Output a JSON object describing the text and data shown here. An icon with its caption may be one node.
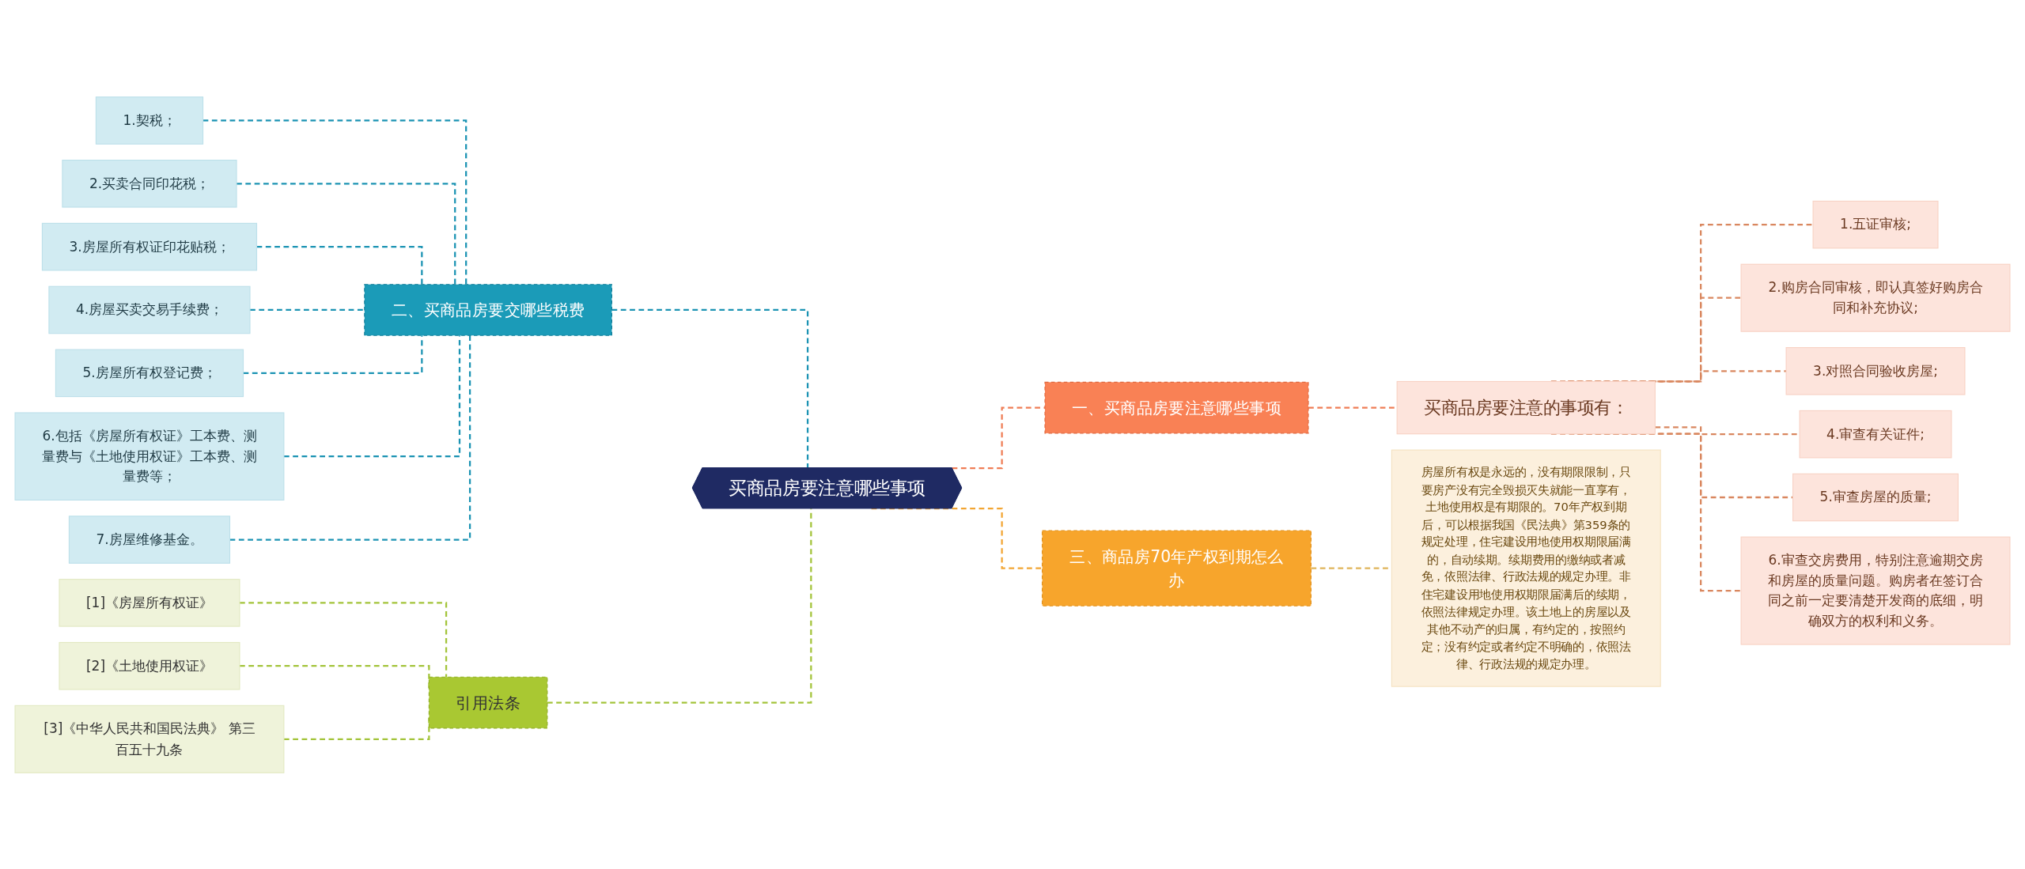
{
  "diagram": {
    "nodes": [
      {
        "text": [
          "买商品房要注意哪些事项"
        ]
      },
      {
        "text": [
          "一、买商品房要注意哪些事项"
        ]
      },
      {
        "text": [
          "买商品房要注意的事项有："
        ]
      },
      {
        "text": [
          "1.五证审核;"
        ]
      },
      {
        "text": [
          "2.购房合同审核，即认真签好购房合同和补充协议;"
        ]
      },
      {
        "text": [
          "3.对照合同验收房屋;"
        ]
      },
      {
        "text": [
          "4.审查有关证件;"
        ]
      },
      {
        "text": [
          "5.审查房屋的质量;"
        ]
      },
      {
        "text": [
          "6.审查交房费用，特别注意逾期交房和房屋的质量问题。购房者在签订合同之前一定要清楚开发商的底细，明确双方的权利和义务。"
        ]
      },
      {
        "text": [
          "三、商品房70年产权到期怎么办"
        ]
      },
      {
        "text": [
          "房屋所有权是永远的，没有期限限制，只要房产没有完全毁损灭失就能一直享有，土地使用权是有期限的。70年产权到期后，可以根据我国《民法典》第359条的规定处理，住宅建设用地使用权期限届满的，自动续期。续期费用的缴纳或者减免，依照法律、行政法规的规定办理。非住宅建设用地使用权期限届满后的续期，依照法律规定办理。该土地上的房屋以及其他不动产的归属，有约定的，按照约定；没有约定或者约定不明确的，依照法律、行政法规的规定办理。"
        ]
      },
      {
        "text": [
          "二、买商品房要交哪些税费"
        ]
      },
      {
        "text": [
          "1.契税；"
        ]
      },
      {
        "text": [
          "2.买卖合同印花税；"
        ]
      },
      {
        "text": [
          "3.房屋所有权证印花贴税；"
        ]
      },
      {
        "text": [
          "4.房屋买卖交易手续费；"
        ]
      },
      {
        "text": [
          "5.房屋所有权登记费；"
        ]
      },
      {
        "text": [
          "6.包括《房屋所有权证》工本费、测量费与《土地使用权证》工本费、测量费等；"
        ]
      },
      {
        "text": [
          "7.房屋维修基金。"
        ]
      },
      {
        "text": [
          "引用法条"
        ]
      },
      {
        "text": [
          "[1]《房屋所有权证》"
        ]
      },
      {
        "text": [
          "[2]《土地使用权证》"
        ]
      },
      {
        "text": [
          "[3]《中华人民共和国民法典》 第三百五十九条"
        ]
      }
    ],
    "edges": [
      {
        "from": 0,
        "to": 1,
        "arrow": "none",
        "style": "dashed",
        "color": "#ef7d55"
      },
      {
        "from": 1,
        "to": 2,
        "arrow": "none",
        "style": "dashed",
        "color": "#ef7d55"
      },
      {
        "from": 2,
        "to": 3,
        "arrow": "none",
        "style": "dashed",
        "color": "#d9875f"
      },
      {
        "from": 2,
        "to": 4,
        "arrow": "none",
        "style": "dashed",
        "color": "#d9875f"
      },
      {
        "from": 2,
        "to": 5,
        "arrow": "none",
        "style": "dashed",
        "color": "#d9875f"
      },
      {
        "from": 2,
        "to": 6,
        "arrow": "none",
        "style": "dashed",
        "color": "#d9875f"
      },
      {
        "from": 2,
        "to": 7,
        "arrow": "none",
        "style": "dashed",
        "color": "#d9875f"
      },
      {
        "from": 2,
        "to": 8,
        "arrow": "none",
        "style": "dashed",
        "color": "#d9875f"
      },
      {
        "from": 0,
        "to": 9,
        "arrow": "none",
        "style": "dashed",
        "color": "#f2a533"
      },
      {
        "from": 9,
        "to": 10,
        "arrow": "none",
        "style": "dashed",
        "color": "#e0b45a"
      },
      {
        "from": 0,
        "to": 11,
        "arrow": "none",
        "style": "dashed",
        "color": "#1b93b3"
      },
      {
        "from": 11,
        "to": 12,
        "arrow": "none",
        "style": "dashed",
        "color": "#1b93b3"
      },
      {
        "from": 11,
        "to": 13,
        "arrow": "none",
        "style": "dashed",
        "color": "#1b93b3"
      },
      {
        "from": 11,
        "to": 14,
        "arrow": "none",
        "style": "dashed",
        "color": "#1b93b3"
      },
      {
        "from": 11,
        "to": 15,
        "arrow": "none",
        "style": "dashed",
        "color": "#1b93b3"
      },
      {
        "from": 11,
        "to": 16,
        "arrow": "none",
        "style": "dashed",
        "color": "#1b93b3"
      },
      {
        "from": 11,
        "to": 17,
        "arrow": "none",
        "style": "dashed",
        "color": "#1b93b3"
      },
      {
        "from": 11,
        "to": 18,
        "arrow": "none",
        "style": "dashed",
        "color": "#1b93b3"
      },
      {
        "from": 0,
        "to": 19,
        "arrow": "none",
        "style": "dashed",
        "color": "#a3c43a"
      },
      {
        "from": 19,
        "to": 20,
        "arrow": "none",
        "style": "dashed",
        "color": "#a3c43a"
      },
      {
        "from": 19,
        "to": 21,
        "arrow": "none",
        "style": "dashed",
        "color": "#a3c43a"
      },
      {
        "from": 19,
        "to": 22,
        "arrow": "none",
        "style": "dashed",
        "color": "#a3c43a"
      }
    ]
  }
}
